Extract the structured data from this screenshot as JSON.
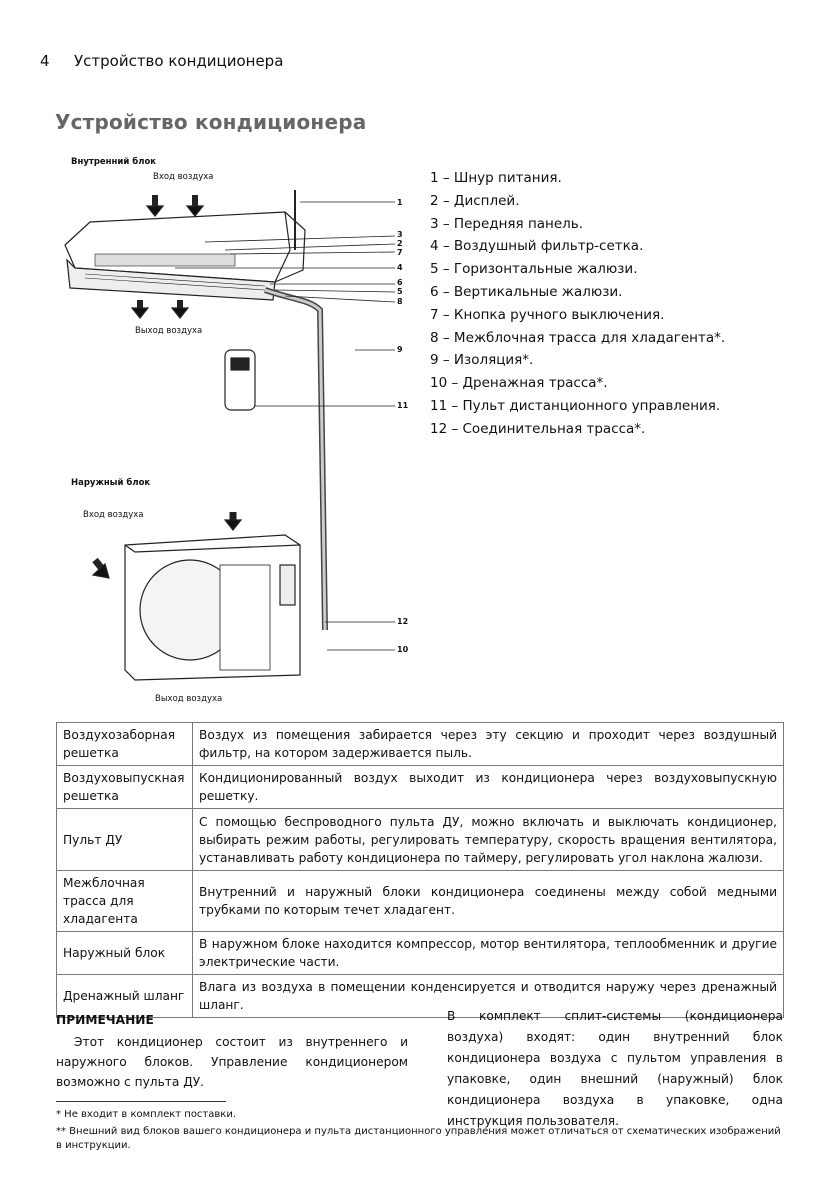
{
  "header": {
    "page_number": "4",
    "section": "Устройство кондиционера"
  },
  "title": "Устройство кондиционера",
  "diagram": {
    "indoor_label": "Внутренний блок",
    "indoor_air_in": "Вход воздуха",
    "indoor_air_out": "Выход воздуха",
    "outdoor_label": "Наружный блок",
    "outdoor_air_in": "Вход воздуха",
    "outdoor_air_out": "Выход воздуха",
    "numbers": [
      "1",
      "3",
      "2",
      "7",
      "4",
      "6",
      "5",
      "8",
      "9",
      "11",
      "12",
      "10"
    ]
  },
  "legend": [
    "1 – Шнур питания.",
    "2 – Дисплей.",
    "3 – Передняя панель.",
    "4 – Воздушный фильтр-сетка.",
    "5 – Горизонтальные жалюзи.",
    "6 – Вертикальные жалюзи.",
    "7 – Кнопка ручного выключения.",
    "8 – Межблочная трасса для хладагента*.",
    "9 – Изоляция*.",
    "10 – Дренажная трасса*.",
    "11 – Пульт дистанционного управления.",
    "12 – Соединительная трасса*."
  ],
  "table": [
    {
      "k": "Воздухозаборная решетка",
      "v": "Воздух из помещения забирается через эту секцию и проходит через воздушный фильтр, на котором задерживается пыль."
    },
    {
      "k": "Воздуховыпускная решетка",
      "v": "Кондиционированный воздух выходит из кондиционера через воздуховыпускную решетку."
    },
    {
      "k": "Пульт ДУ",
      "v": "С помощью беспроводного пульта ДУ, можно включать и выключать кондиционер, выбирать режим работы, регулировать температуру, скорость вращения вентилятора, устанавливать работу кондиционера по таймеру, регулировать угол наклона жалюзи."
    },
    {
      "k": "Межблочная трасса для хладагента",
      "v": "Внутренний и наружный блоки кондиционера соединены между собой медными трубками по которым течет хладагент."
    },
    {
      "k": "Наружный блок",
      "v": "В наружном блоке находится компрессор, мотор вентилятора, теплообменник и другие электрические части."
    },
    {
      "k": "Дренажный шланг",
      "v": "Влага из воздуха в помещении конденсируется и отводится наружу через дренажный шланг."
    }
  ],
  "note": {
    "heading": "ПРИМЕЧАНИЕ",
    "text": "Этот кондиционер состоит из внутреннего и наружного блоков. Управление кондиционером возможно с пульта ДУ."
  },
  "kit": "В комплект сплит-системы (кондиционера воздуха) входят: один внутренний блок кондиционера воздуха с пультом управления в упаковке, один внешний (наружный) блок кондиционера воздуха в упаковке, одна инструкция пользователя.",
  "footnotes": [
    "* Не входит в комплект поставки.",
    "** Внешний вид блоков вашего кондиционера и пульта дистанционного управления может отличаться от схематических изображений в инструкции."
  ]
}
